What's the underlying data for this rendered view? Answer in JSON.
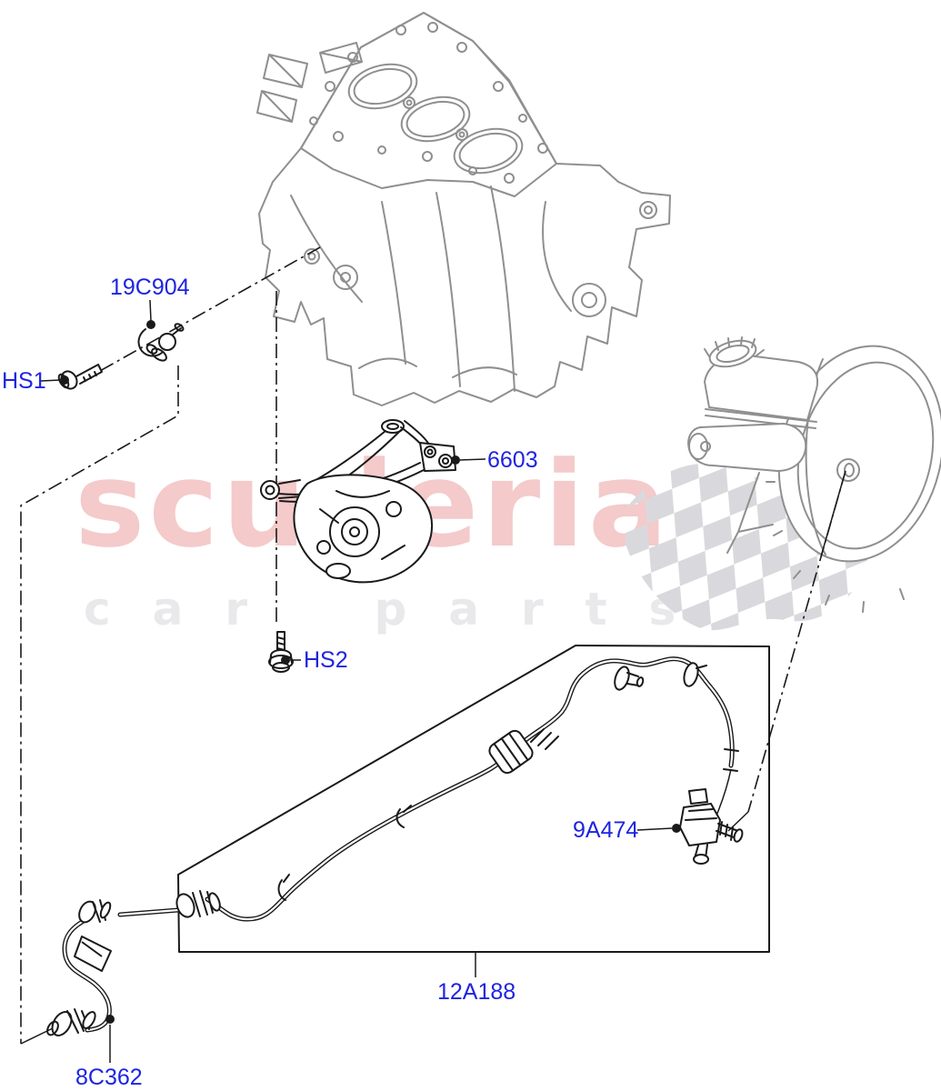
{
  "watermark": {
    "brand": "scuderia",
    "tagline": "car parts"
  },
  "part_labels": {
    "camshaft_position_sensor": "19C904",
    "bolt_hs1": "HS1",
    "vacuum_pump": "6603",
    "bolt_hs2": "HS2",
    "vacuum_check_valve": "9A474",
    "vacuum_hose_assembly": "12A188",
    "vacuum_hose": "8C362"
  },
  "colors": {
    "label_blue": "#1e24e0",
    "line_black": "#1a1a1a",
    "drawing_gray": "#8f8f8f",
    "watermark_red": "rgba(214,60,60,0.27)",
    "watermark_gray": "#e9e9ec",
    "checker_gray": "#d9d9dd"
  }
}
